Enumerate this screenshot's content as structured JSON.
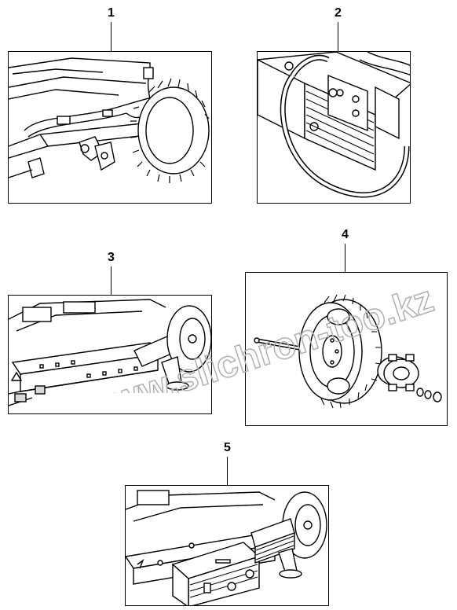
{
  "steps": [
    {
      "number": "1"
    },
    {
      "number": "2"
    },
    {
      "number": "3"
    },
    {
      "number": "4"
    },
    {
      "number": "5"
    }
  ],
  "watermark": {
    "text": "www.slichron-too.kz",
    "color": "#b0b0b0"
  },
  "colors": {
    "line": "#000000",
    "background": "#ffffff",
    "shade": "#d9d9d9"
  }
}
